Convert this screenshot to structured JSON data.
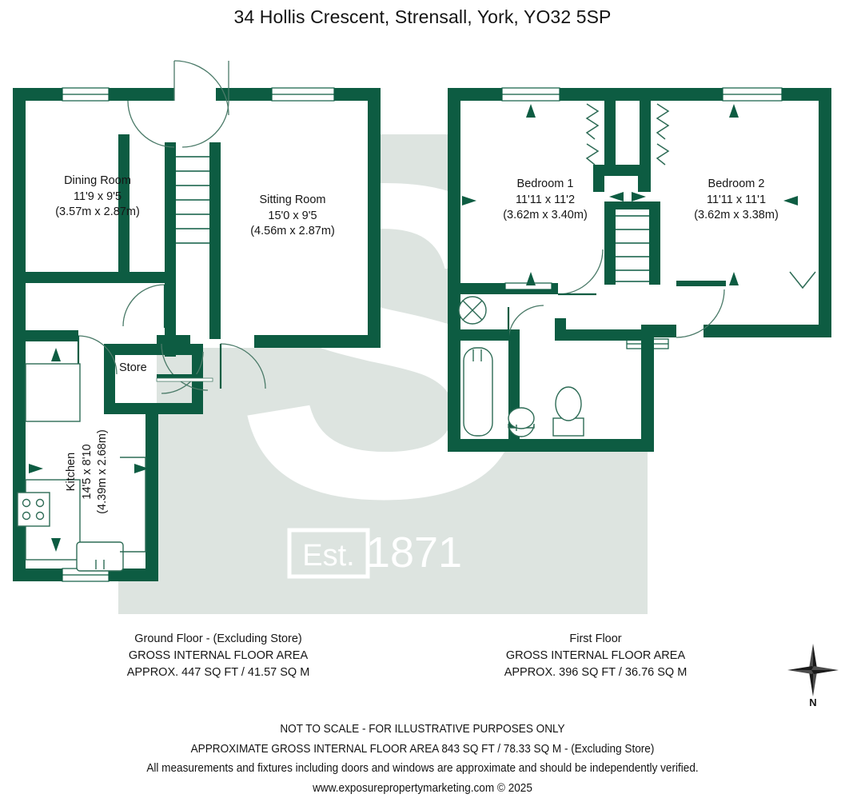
{
  "document": {
    "title": "34 Hollis Crescent, Strensall, York, YO32 5SP"
  },
  "ground_floor": {
    "rooms": [
      {
        "name": "Dining Room",
        "imperial": "11'9 x 9'5",
        "metric": "(3.57m x 2.87m)"
      },
      {
        "name": "Sitting Room",
        "imperial": "15'0 x 9'5",
        "metric": "(4.56m x 2.87m)"
      },
      {
        "name": "Kitchen",
        "imperial": "14'5 x 8'10",
        "metric": "(4.39m x 2.68m)"
      }
    ],
    "store_label": "Store",
    "caption": {
      "line1": "Ground Floor - (Excluding Store)",
      "line2": "GROSS INTERNAL FLOOR AREA",
      "line3": "APPROX. 447 SQ FT / 41.57 SQ M"
    }
  },
  "first_floor": {
    "rooms": [
      {
        "name": "Bedroom 1",
        "imperial": "11'11 x 11'2",
        "metric": "(3.62m x 3.40m)"
      },
      {
        "name": "Bedroom 2",
        "imperial": "11'11 x 11'1",
        "metric": "(3.62m x 3.38m)"
      }
    ],
    "caption": {
      "line1": "First Floor",
      "line2": "GROSS INTERNAL FLOOR AREA",
      "line3": "APPROX. 396 SQ FT / 36.76 SQ M"
    }
  },
  "watermark": {
    "monogram": "S",
    "est_label": "Est.",
    "year": "1871"
  },
  "compass": {
    "north_label": "N"
  },
  "disclaimer": {
    "line1": "NOT TO SCALE - FOR ILLUSTRATIVE PURPOSES ONLY",
    "line2": "APPROXIMATE GROSS INTERNAL FLOOR AREA 843 SQ FT / 78.33 SQ M - (Excluding Store)",
    "line3": "All measurements and fixtures including doors and windows are approximate and should be independently verified.",
    "line4": "www.exposurepropertymarketing.com © 2025"
  },
  "colors": {
    "wall": "#0d5c42",
    "panel": "#dde4e0",
    "page": "#ffffff",
    "text": "#141414",
    "fixture_stroke": "#2d6b55"
  }
}
